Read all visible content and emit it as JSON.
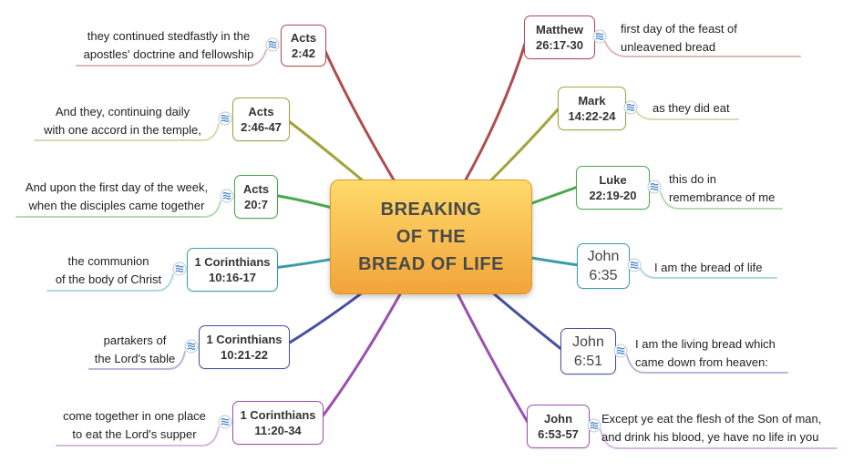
{
  "center": {
    "line1": "BREAKING",
    "line2": "OF THE",
    "line3": "BREAD OF LIFE",
    "bg_top": "#FFDA6B",
    "bg_bottom": "#F2A43A",
    "border": "#D89B2E",
    "text_color": "#4a4a4a"
  },
  "note_icon": {
    "border": "#b9c7d4",
    "stroke": "#4a86c8"
  },
  "branches": [
    {
      "name": "matthew-26-17-30",
      "side": "right",
      "color": "#AE4D50",
      "ref1": "Matthew",
      "ref2": "26:17-30",
      "note1": "first day of the feast of",
      "note2": "unleavened bread"
    },
    {
      "name": "mark-14-22-24",
      "side": "right",
      "color": "#A2A33B",
      "ref1": "Mark",
      "ref2": "14:22-24",
      "note1": "as they did eat",
      "note2": ""
    },
    {
      "name": "luke-22-19-20",
      "side": "right",
      "color": "#49A84D",
      "ref1": "Luke",
      "ref2": "22:19-20",
      "note1": "this do in",
      "note2": "remembrance of me"
    },
    {
      "name": "john-6-35",
      "side": "right",
      "color": "#3C9DA9",
      "ref1": "John",
      "ref2": "6:35",
      "note1": "I am the bread of life",
      "note2": ""
    },
    {
      "name": "john-6-51",
      "side": "right",
      "color": "#45519D",
      "ref1": "John",
      "ref2": "6:51",
      "note1": "I am the living bread which",
      "note2": "came down from heaven:"
    },
    {
      "name": "john-6-53-57",
      "side": "right",
      "color": "#9C50AE",
      "ref1": "John",
      "ref2": "6:53-57",
      "note1": "Except ye eat the flesh of the Son of man,",
      "note2": "and drink his blood, ye have no life in you"
    },
    {
      "name": "acts-2-42",
      "side": "left",
      "color": "#AE4D50",
      "ref1": "Acts",
      "ref2": "2:42",
      "note1": "they continued stedfastly in the",
      "note2": "apostles' doctrine and fellowship"
    },
    {
      "name": "acts-2-46-47",
      "side": "left",
      "color": "#A2A33B",
      "ref1": "Acts",
      "ref2": "2:46-47",
      "note1": "And they, continuing daily",
      "note2": "with one accord in the temple,"
    },
    {
      "name": "acts-20-7",
      "side": "left",
      "color": "#49A84D",
      "ref1": "Acts",
      "ref2": "20:7",
      "note1": "And upon the first day of the week,",
      "note2": "when the disciples came together"
    },
    {
      "name": "1-corinthians-10-16-17",
      "side": "left",
      "color": "#3C9DA9",
      "ref1": "1 Corinthians",
      "ref2": "10:16-17",
      "note1": "the communion",
      "note2": "of the body of Christ"
    },
    {
      "name": "1-corinthians-10-21-22",
      "side": "left",
      "color": "#45519D",
      "ref1": "1 Corinthians",
      "ref2": "10:21-22",
      "note1": "partakers of",
      "note2": "the Lord's table"
    },
    {
      "name": "1-corinthians-11-20-34",
      "side": "left",
      "color": "#9C50AE",
      "ref1": "1 Corinthians",
      "ref2": "11:20-34",
      "note1": "come together in one place",
      "note2": "to eat the Lord's supper"
    }
  ]
}
